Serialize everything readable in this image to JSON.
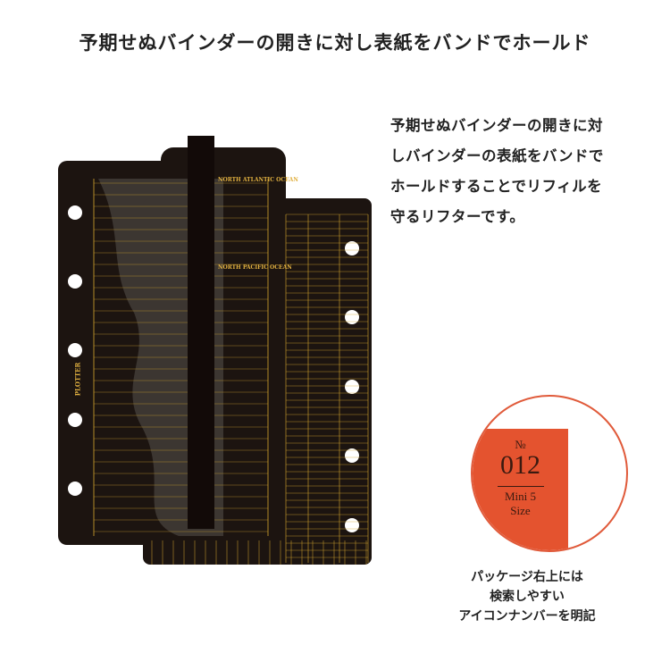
{
  "title": "予期せぬバインダーの開きに対し表紙をバンドでホールド",
  "description": [
    "予期せぬバインダーの開きに対",
    "しバインダーの表紙をバンドで",
    "ホールドすることでリフィルを",
    "守るリフターです。"
  ],
  "product": {
    "brand_label": "PLOTTER",
    "map_labels": [
      "NORTH ATLANTIC OCEAN",
      "NORTH PACIFIC OCEAN"
    ],
    "colors": {
      "sheet": "#1c1410",
      "lines": "#d8a830",
      "band": "#120a08"
    }
  },
  "badge": {
    "no": "№",
    "number": "012",
    "size_line1": "Mini 5",
    "size_line2": "Size",
    "color": "#e4532f"
  },
  "caption": [
    "パッケージ右上には",
    "検索しやすい",
    "アイコンナンバーを明記"
  ]
}
